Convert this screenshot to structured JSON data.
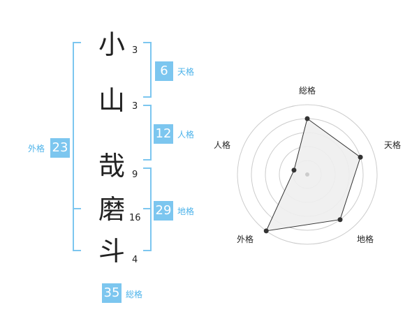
{
  "name_chars": [
    {
      "char": "小",
      "strokes": "3"
    },
    {
      "char": "山",
      "strokes": "3"
    },
    {
      "char": "哉",
      "strokes": "9"
    },
    {
      "char": "磨",
      "strokes": "16"
    },
    {
      "char": "斗",
      "strokes": "4"
    }
  ],
  "fortunes": {
    "tenkaku": {
      "label": "天格",
      "value": "6"
    },
    "jinkaku": {
      "label": "人格",
      "value": "12"
    },
    "chikaku": {
      "label": "地格",
      "value": "29"
    },
    "gaikaku": {
      "label": "外格",
      "value": "23"
    },
    "soukaku": {
      "label": "総格",
      "value": "35"
    }
  },
  "radar": {
    "labels": {
      "top": "総格",
      "upper_right": "天格",
      "lower_right": "地格",
      "lower_left": "外格",
      "upper_left": "人格"
    },
    "levels": 5,
    "scores": {
      "soukaku": 4,
      "tenkaku": 4,
      "chikaku": 4,
      "gaikaku": 5,
      "jinkaku": 1
    },
    "colors": {
      "rings": "#cccccc",
      "fill": "#eeeeee",
      "stroke": "#333333",
      "point": "#333333",
      "center": "#cccccc"
    }
  },
  "colors": {
    "accent": "#7cc6ef",
    "accent_text": "#4db3ea"
  }
}
